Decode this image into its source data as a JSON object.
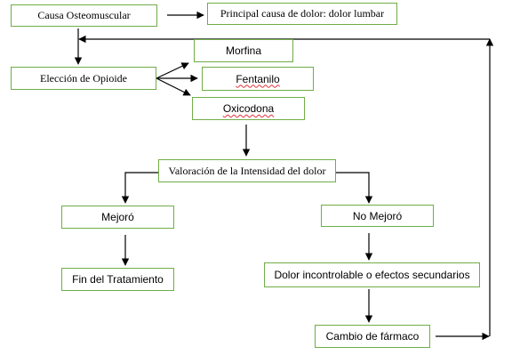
{
  "nodes": {
    "causa": "Causa Osteomuscular",
    "principal": "Principal causa de dolor: dolor lumbar",
    "eleccion": "Elección de Opioide",
    "morfina": "Morfina",
    "fentanilo": "Fentanilo",
    "oxicodona": "Oxicodona",
    "valoracion": "Valoración de la Intensidad del dolor",
    "mejoro": "Mejoró",
    "no_mejoro": "No Mejoró",
    "fin": "Fin del Tratamiento",
    "dolor_incontrolable": "Dolor incontrolable o efectos secundarios",
    "cambio": "Cambio de fármaco"
  },
  "colors": {
    "box_border": "#70ad47",
    "line": "#000000",
    "spellcheck": "#e0303a"
  }
}
